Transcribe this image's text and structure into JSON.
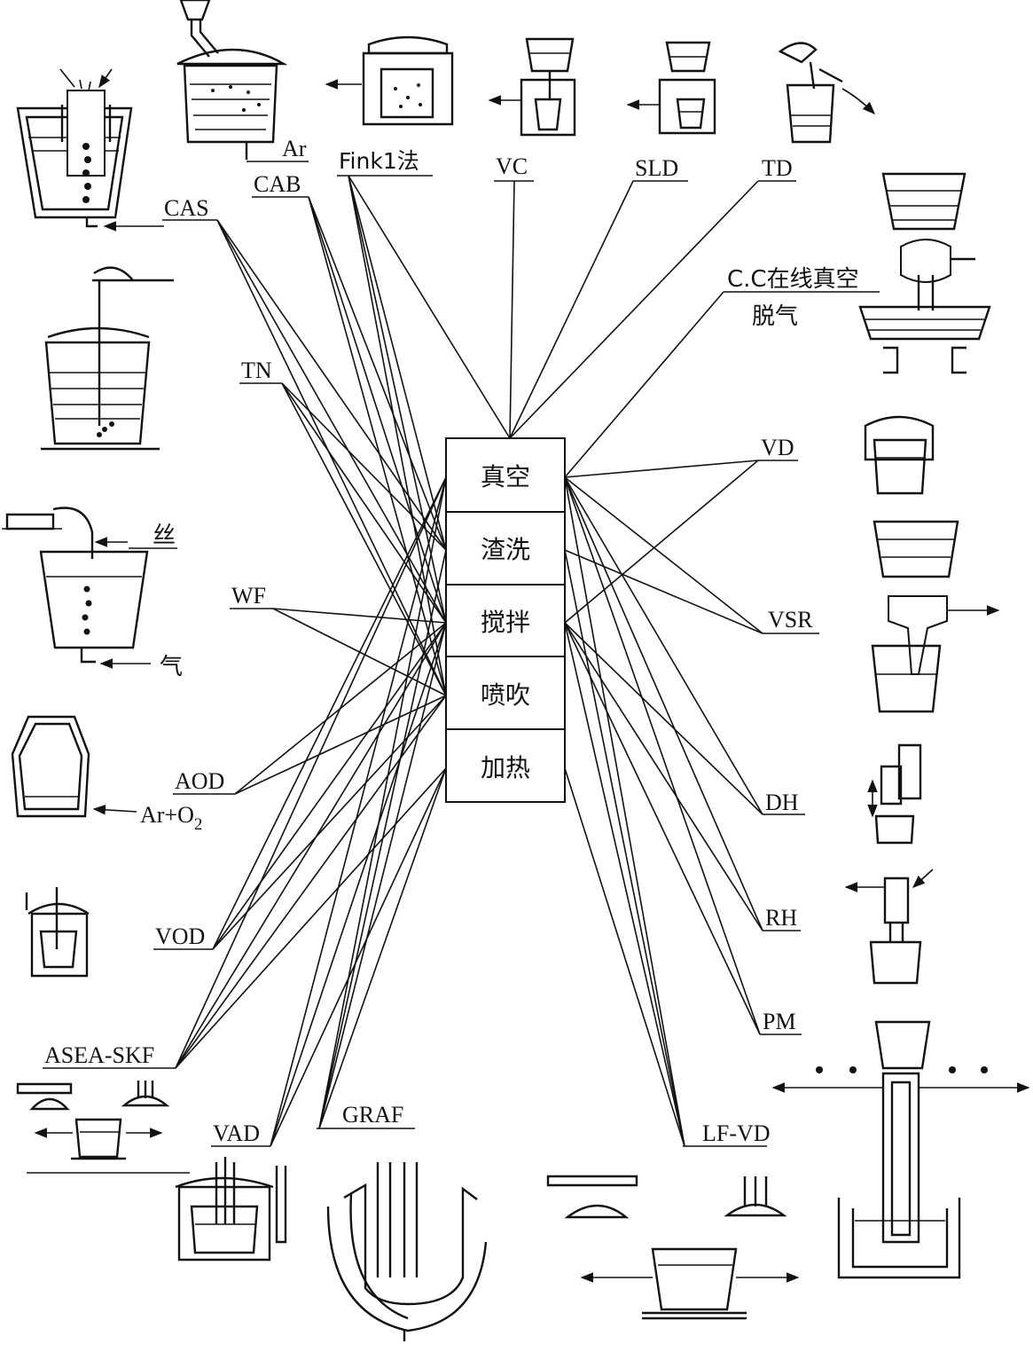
{
  "functions": [
    {
      "id": "vacuum",
      "label": "真空"
    },
    {
      "id": "slag",
      "label": "渣洗"
    },
    {
      "id": "stir",
      "label": "搅拌"
    },
    {
      "id": "inject",
      "label": "喷吹"
    },
    {
      "id": "heat",
      "label": "加热"
    }
  ],
  "processes": [
    {
      "id": "cas",
      "label": "CAS"
    },
    {
      "id": "cab",
      "label": "CAB"
    },
    {
      "id": "fink",
      "label": "Fink1法"
    },
    {
      "id": "vc",
      "label": "VC"
    },
    {
      "id": "sld",
      "label": "SLD"
    },
    {
      "id": "td",
      "label": "TD"
    },
    {
      "id": "cc",
      "label": "C.C在线真空",
      "label2": "脱气"
    },
    {
      "id": "tn",
      "label": "TN"
    },
    {
      "id": "vd",
      "label": "VD"
    },
    {
      "id": "wf",
      "label": "WF"
    },
    {
      "id": "vsr",
      "label": "VSR"
    },
    {
      "id": "aod",
      "label": "AOD"
    },
    {
      "id": "dh",
      "label": "DH"
    },
    {
      "id": "vod",
      "label": "VOD"
    },
    {
      "id": "rh",
      "label": "RH"
    },
    {
      "id": "asea",
      "label": "ASEA-SKF"
    },
    {
      "id": "pm",
      "label": "PM"
    },
    {
      "id": "vad",
      "label": "VAD"
    },
    {
      "id": "graf",
      "label": "GRAF"
    },
    {
      "id": "lfvd",
      "label": "LF-VD"
    }
  ],
  "annotations": {
    "ar": "Ar",
    "wire": "丝",
    "gas": "气",
    "ar_o2_main": "Ar+O",
    "ar_o2_sub": "2"
  },
  "connections": [
    [
      "cas",
      "slag"
    ],
    [
      "cas",
      "stir"
    ],
    [
      "cas",
      "inject"
    ],
    [
      "cab",
      "slag"
    ],
    [
      "cab",
      "stir"
    ],
    [
      "cab",
      "inject"
    ],
    [
      "fink",
      "vacuum"
    ],
    [
      "fink",
      "slag"
    ],
    [
      "fink",
      "stir"
    ],
    [
      "fink",
      "inject"
    ],
    [
      "vc",
      "vacuum"
    ],
    [
      "sld",
      "vacuum"
    ],
    [
      "td",
      "vacuum"
    ],
    [
      "cc",
      "vacuum"
    ],
    [
      "tn",
      "slag"
    ],
    [
      "tn",
      "stir"
    ],
    [
      "tn",
      "inject"
    ],
    [
      "vd",
      "vacuum"
    ],
    [
      "vd",
      "stir"
    ],
    [
      "wf",
      "stir"
    ],
    [
      "wf",
      "inject"
    ],
    [
      "vsr",
      "vacuum"
    ],
    [
      "vsr",
      "slag"
    ],
    [
      "aod",
      "stir"
    ],
    [
      "aod",
      "inject"
    ],
    [
      "dh",
      "vacuum"
    ],
    [
      "dh",
      "stir"
    ],
    [
      "vod",
      "vacuum"
    ],
    [
      "vod",
      "stir"
    ],
    [
      "vod",
      "inject"
    ],
    [
      "rh",
      "vacuum"
    ],
    [
      "rh",
      "stir"
    ],
    [
      "asea",
      "vacuum"
    ],
    [
      "asea",
      "stir"
    ],
    [
      "asea",
      "inject"
    ],
    [
      "asea",
      "heat"
    ],
    [
      "pm",
      "vacuum"
    ],
    [
      "pm",
      "stir"
    ],
    [
      "vad",
      "vacuum"
    ],
    [
      "vad",
      "stir"
    ],
    [
      "vad",
      "heat"
    ],
    [
      "graf",
      "vacuum"
    ],
    [
      "graf",
      "slag"
    ],
    [
      "graf",
      "stir"
    ],
    [
      "graf",
      "heat"
    ],
    [
      "lfvd",
      "vacuum"
    ],
    [
      "lfvd",
      "slag"
    ],
    [
      "lfvd",
      "stir"
    ],
    [
      "lfvd",
      "heat"
    ]
  ]
}
